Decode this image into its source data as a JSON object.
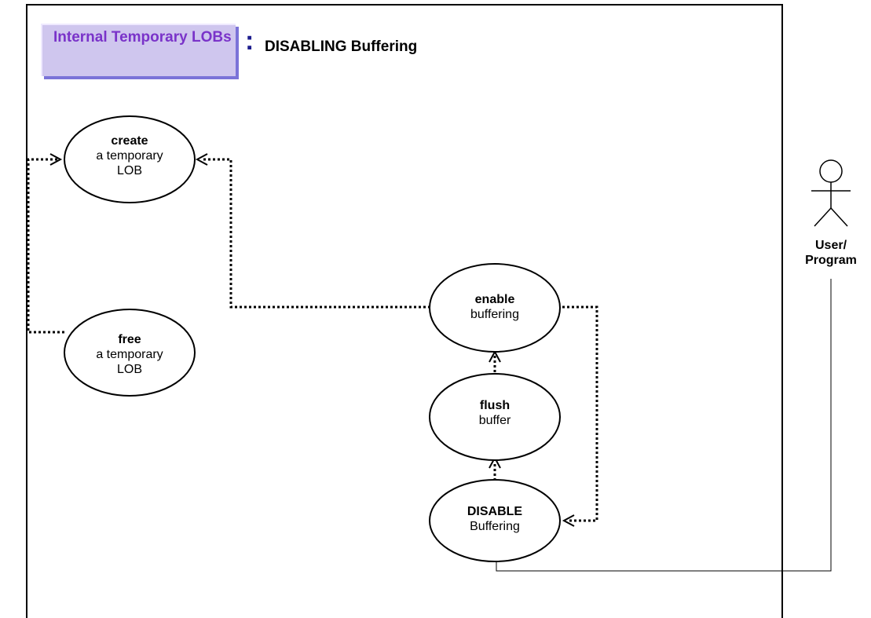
{
  "header": {
    "category": "Internal Temporary LOBs",
    "colon": ":",
    "title": "DISABLING Buffering"
  },
  "use_cases": {
    "create": {
      "verb": "create",
      "object": "a temporary LOB"
    },
    "free": {
      "verb": "free",
      "object": "a temporary LOB"
    },
    "enable": {
      "verb": "enable",
      "object": "buffering"
    },
    "flush": {
      "verb": "flush",
      "object": "buffer"
    },
    "disable": {
      "verb": "DISABLE",
      "object": "Buffering"
    }
  },
  "actor": {
    "label": "User/ Program",
    "icon": "stick-figure-actor-icon"
  },
  "colors": {
    "title_box_fill": "#cfc6ee",
    "title_box_shadow": "#7b73d8",
    "title_box_text": "#7a33c9",
    "colon": "#1d1d8e",
    "lines": "#000000"
  }
}
